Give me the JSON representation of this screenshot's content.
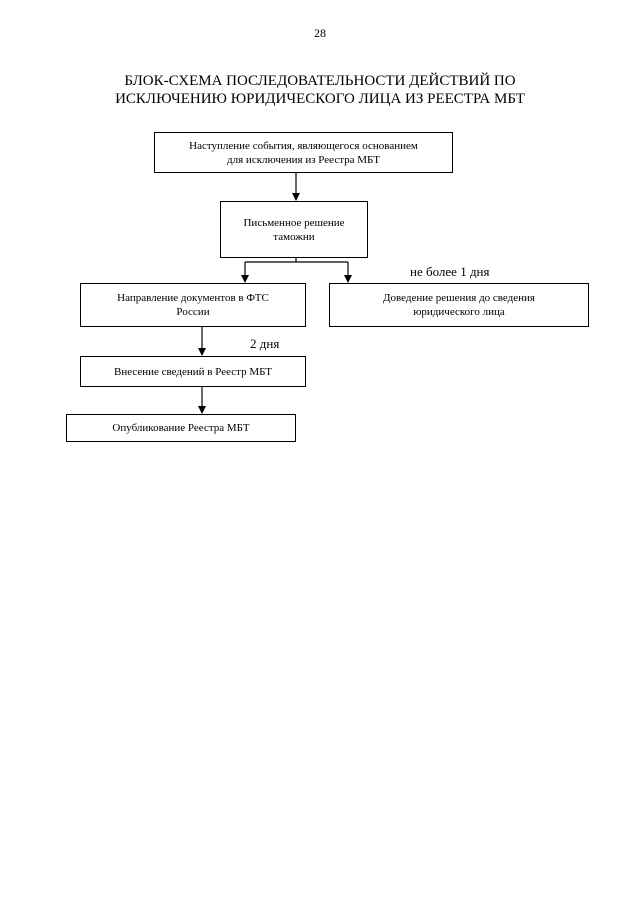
{
  "page": {
    "number": "28"
  },
  "title": {
    "line1": "БЛОК-СХЕМА ПОСЛЕДОВАТЕЛЬНОСТИ ДЕЙСТВИЙ ПО",
    "line2": "ИСКЛЮЧЕНИЮ ЮРИДИЧЕСКОГО ЛИЦА ИЗ РЕЕСТРА МБТ"
  },
  "flowchart": {
    "nodes": {
      "event": {
        "line1": "Наступление события, являющегося основанием",
        "line2": "для исключения из Реестра МБТ"
      },
      "decision": {
        "line1": "Письменное решение",
        "line2": "таможни"
      },
      "send_docs": {
        "line1": "Направление документов в ФТС",
        "line2": "России"
      },
      "notify": {
        "line1": "Доведение решения до сведения",
        "line2": "юридического лица"
      },
      "register_entry": {
        "line1": "Внесение сведений в Реестр МБТ"
      },
      "publish": {
        "line1": "Опубликование Реестра МБТ"
      }
    },
    "annotations": {
      "notify_deadline": "не более 1 дня",
      "register_deadline": "2 дня"
    },
    "edges": [
      {
        "from": "event",
        "to": "decision"
      },
      {
        "from": "decision",
        "to": "send_docs"
      },
      {
        "from": "decision",
        "to": "notify"
      },
      {
        "from": "send_docs",
        "to": "register_entry"
      },
      {
        "from": "register_entry",
        "to": "publish"
      }
    ]
  }
}
